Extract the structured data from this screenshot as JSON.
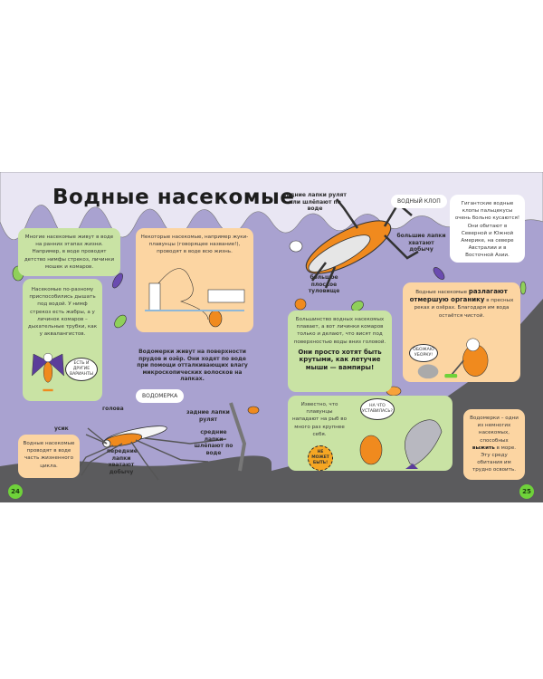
{
  "title": "Водные насекомые",
  "left_page": {
    "box_early_life": "Многие насекомые живут в воде на ранних этапах жизни. Например, в воде проводят детство нимфы стрекоз, личинки мошек и комаров.",
    "box_breathing": "Насекомые по-разному приспособились дышать под водой. У нимф стрекоз есть жабры, а у личинок комаров – дыхательные трубки, как у аквалангистов.",
    "bubble_variants": "ЕСТЬ И ДРУГИЕ ВАРИАНТЫ",
    "box_lifelong": "Некоторые насекомые, например жуки-плавунцы (говорящее название!), проводят в воде всю жизнь.",
    "strider_text": "Водомерки живут на поверхности прудов и озёр. Они ходят по воде при помощи отталкивающих влагу микроскопических волосков на лапках.",
    "strider_pill": "ВОДОМЕРКА",
    "labels": {
      "head": "голова",
      "antenna": "усик",
      "hind_legs": "задние лапки рулят",
      "middle_legs": "средние лапки шлёпают по воде",
      "front_legs": "передние лапки хватают добычу"
    },
    "box_part_life": "Водные насекомые проводят в воде часть жизненного цикла.",
    "page_number": "24"
  },
  "right_page": {
    "bug_labels": {
      "hind_legs": "задние лапки рулят или шлёпают по воде",
      "big_legs": "большие лапки хватают добычу",
      "body": "большое плоское туловище"
    },
    "bug_pill": "ВОДНЫЙ КЛОП",
    "box_giant": "Гигантские водные клопы пальцекусы очень больно кусаются! Они обитают в Северной и Южной Америке, на севере Австралии и в Восточной Азии.",
    "box_upside_down": "Большинство водных насекомых плавает, а вот личинки комаров только и делают, что висят под поверхностью воды вниз головой.",
    "box_upside_down_joke": "Они просто хотят быть крутыми, как летучие мыши — вампиры!",
    "box_decompose_pre": "Водные насекомые ",
    "box_decompose_bold": "разлагают отмершую органику",
    "box_decompose_post": " в пресных реках и озёрах. Благодаря им вода остаётся чистой.",
    "bubble_cleanup": "ОБОЖАЮ УБОРКУ!",
    "box_attack": "Известно, что плавунцы нападают на рыб во много раз крупнее себя.",
    "bubble_stare": "НА ЧТО УСТАВИЛАСЬ?",
    "badge_cannot": "НЕ МОЖЕТ БЫТЬ!",
    "box_sea_pre": "Водомерки – одни из немногих насекомых, способных ",
    "box_sea_bold": "выжить",
    "box_sea_post": " в море. Эту среду обитания им трудно освоить.",
    "page_number": "25"
  },
  "colors": {
    "sky": "#e9e6f3",
    "water": "#a9a2d0",
    "ground": "#5b5b5d",
    "green_box": "#c9e3a4",
    "orange_box": "#fcd5a2",
    "page_badge": "#6fd23a"
  }
}
